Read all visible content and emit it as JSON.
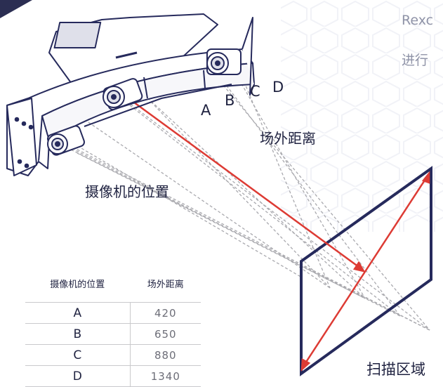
{
  "intro": {
    "line1": "Rexc",
    "line2": "进行"
  },
  "diagram": {
    "camera_position_label": "摄像机的位置",
    "far_distance_label": "场外距离",
    "scan_area_label": "扫描区域",
    "positions": [
      "A",
      "B",
      "C",
      "D"
    ]
  },
  "table": {
    "headers": [
      "摄像机的位置",
      "场外距离"
    ],
    "rows": [
      {
        "position": "A",
        "distance": "420"
      },
      {
        "position": "B",
        "distance": "650"
      },
      {
        "position": "C",
        "distance": "880"
      },
      {
        "position": "D",
        "distance": "1340"
      }
    ]
  },
  "colors": {
    "navy": "#262a5c",
    "red": "#dd3b34",
    "dash_gray": "#a9a9ae",
    "text_gray": "#8f93a7"
  }
}
